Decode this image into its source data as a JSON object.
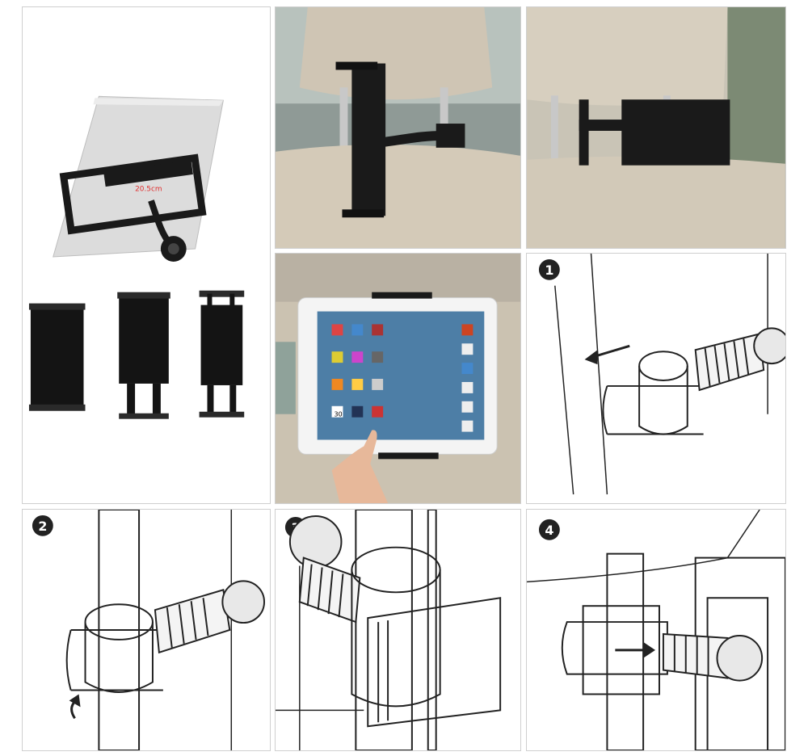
{
  "photo": {
    "measurement_label": "20.5cm",
    "app_badge": "30"
  },
  "steps": [
    {
      "number": "1"
    },
    {
      "number": "2"
    },
    {
      "number": "3"
    },
    {
      "number": "4"
    }
  ],
  "colors": {
    "seat_beige": "#c9bfae",
    "mount_black": "#1a1a1a",
    "line_art": "#222222"
  }
}
